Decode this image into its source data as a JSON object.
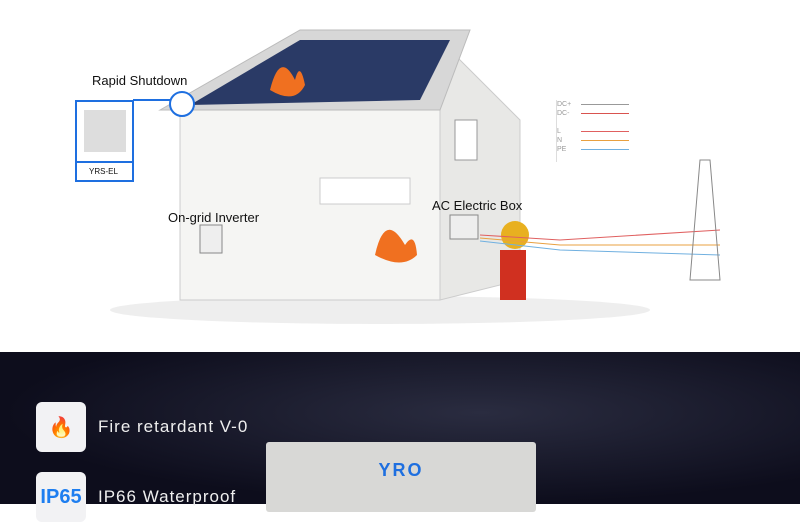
{
  "diagram": {
    "rapid_shutdown_label": "Rapid Shutdown",
    "device_label": "YRS-EL",
    "inverter_label": "On-grid Inverter",
    "ac_box_label": "AC Electric Box",
    "legend": [
      {
        "label": "DC+",
        "color": "#999999"
      },
      {
        "label": "DC-",
        "color": "#d9534f"
      },
      {
        "label": "",
        "color": ""
      },
      {
        "label": "L",
        "color": "#e06060"
      },
      {
        "label": "N",
        "color": "#e8a040"
      },
      {
        "label": "PE",
        "color": "#70b0e0"
      }
    ],
    "accent": "#1e6fe0"
  },
  "features": [
    {
      "icon": "flame-icon",
      "label": "Fire retardant V-0"
    },
    {
      "icon": "ip65-icon",
      "icon_text": "IP65",
      "label": "IP66 Waterproof"
    }
  ],
  "product": {
    "brand": "YRO"
  }
}
